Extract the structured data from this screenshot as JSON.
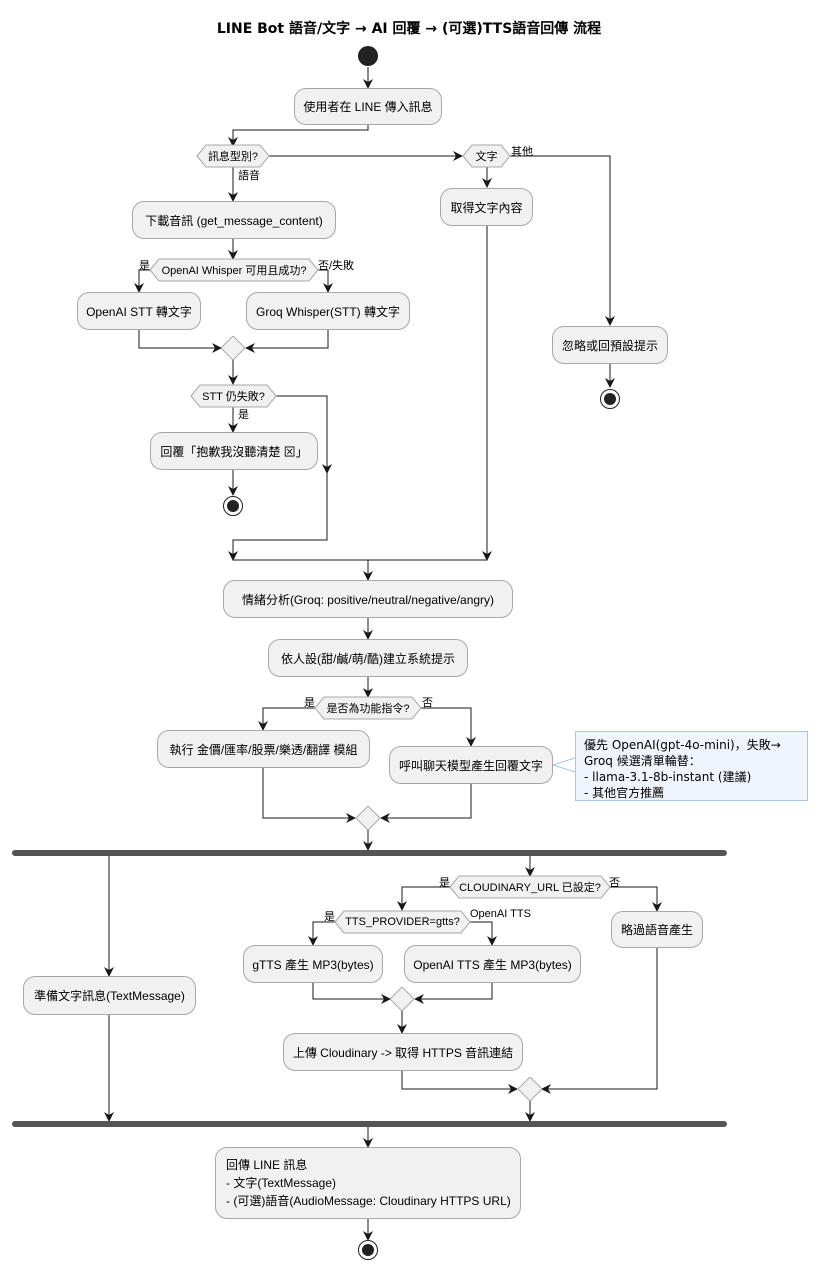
{
  "title": "LINE Bot 語音/文字 → AI 回覆 → (可選)TTS語音回傳 流程",
  "nodes": {
    "receive": "使用者在 LINE 傳入訊息",
    "msg_type": "訊息型別?",
    "is_text": "文字",
    "download_audio": "下載音訊 (get_message_content)",
    "whisper_check": "OpenAI Whisper 可用且成功?",
    "openai_stt": "OpenAI STT 轉文字",
    "groq_stt": "Groq Whisper(STT) 轉文字",
    "stt_fail": "STT 仍失敗?",
    "reply_sorry": "回覆「抱歉我沒聽清楚 ⊠」",
    "get_text": "取得文字內容",
    "ignore": "忽略或回預設提示",
    "sentiment": "情緒分析(Groq: positive/neutral/negative/angry)",
    "persona": "依人設(甜/鹹/萌/酷)建立系統提示",
    "is_command": "是否為功能指令?",
    "run_module": "執行 金價/匯率/股票/樂透/翻譯 模組",
    "call_chat": "呼叫聊天模型產生回覆文字",
    "cloudinary_check": "CLOUDINARY_URL 已設定?",
    "tts_provider": "TTS_PROVIDER=gtts?",
    "gtts": "gTTS 產生 MP3(bytes)",
    "openai_tts": "OpenAI TTS 產生 MP3(bytes)",
    "skip_tts": "略過語音產生",
    "prepare_text": "準備文字訊息(TextMessage)",
    "upload": "上傳 Cloudinary -> 取得 HTTPS 音訊連結",
    "final_reply": {
      "line1": "回傳 LINE 訊息",
      "line2": "- 文字(TextMessage)",
      "line3": "- (可選)語音(AudioMessage: Cloudinary HTTPS URL)"
    }
  },
  "edge_labels": {
    "voice": "語音",
    "other": "其他",
    "whisper_yes": "是",
    "whisper_no": "否/失敗",
    "stt_fail_yes": "是",
    "cmd_yes": "是",
    "cmd_no": "否",
    "cloud_yes": "是",
    "cloud_no": "否",
    "tts_yes": "是",
    "tts_openai": "OpenAI TTS"
  },
  "note": {
    "line1": "優先 OpenAI(gpt-4o-mini)，失敗→",
    "line2": "Groq 候選清單輪替：",
    "line3": "- llama-3.1-8b-instant (建議)",
    "line4": "- 其他官方推薦"
  },
  "colors": {
    "activity_fill": "#f1f1f1",
    "activity_border": "#a8a8a8",
    "line": "#181818",
    "fork_bar": "#555555",
    "note_fill": "#f0f5fd",
    "note_border": "#a8c4ea"
  }
}
